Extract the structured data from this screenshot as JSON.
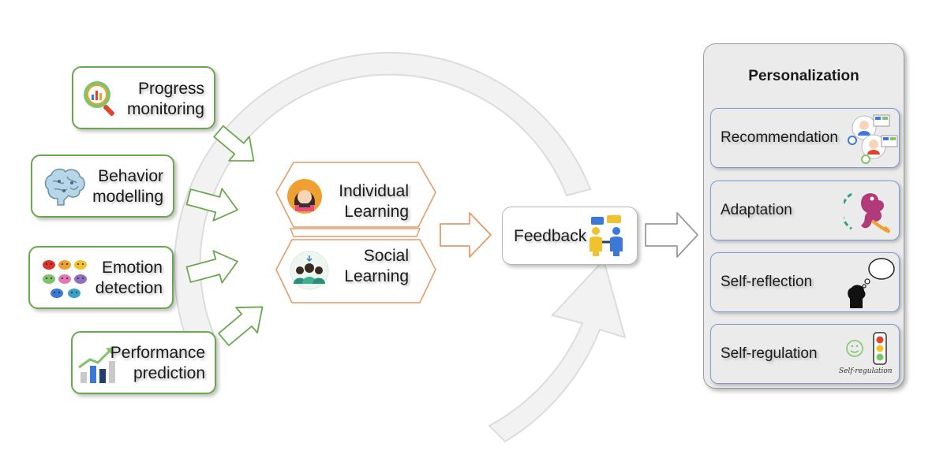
{
  "inputs": [
    {
      "id": "progress",
      "line1": "Progress",
      "line2": "monitoring",
      "icon": "magnifier-chart-icon"
    },
    {
      "id": "behavior",
      "line1": "Behavior",
      "line2": "modelling",
      "icon": "brain-icon"
    },
    {
      "id": "emotion",
      "line1": "Emotion",
      "line2": "detection",
      "icon": "emotion-faces-icon"
    },
    {
      "id": "performance",
      "line1": "Performance",
      "line2": "prediction",
      "icon": "growth-chart-icon"
    }
  ],
  "learning": [
    {
      "id": "individual",
      "line1": "Individual",
      "line2": "Learning",
      "icon": "student-icon"
    },
    {
      "id": "social",
      "line1": "Social",
      "line2": "Learning",
      "icon": "group-icon"
    }
  ],
  "feedback": {
    "label": "Feedback",
    "icon": "people-feedback-icon"
  },
  "personalization": {
    "title": "Personalization",
    "items": [
      {
        "id": "recommendation",
        "label": "Recommendation",
        "icon": "users-recommendation-icon"
      },
      {
        "id": "adaptation",
        "label": "Adaptation",
        "icon": "chameleon-icon"
      },
      {
        "id": "self-reflection",
        "label": "Self-reflection",
        "icon": "thinking-head-icon"
      },
      {
        "id": "self-regulation",
        "label": "Self-regulation",
        "icon": "traffic-light-icon",
        "icon_caption": "Self-regulation"
      }
    ]
  },
  "colors": {
    "input_border": "#6aa84f",
    "hex_border": "#e69a6a",
    "panel_border": "#7f9cd4",
    "cycle_arrow": "#eeeeee"
  }
}
